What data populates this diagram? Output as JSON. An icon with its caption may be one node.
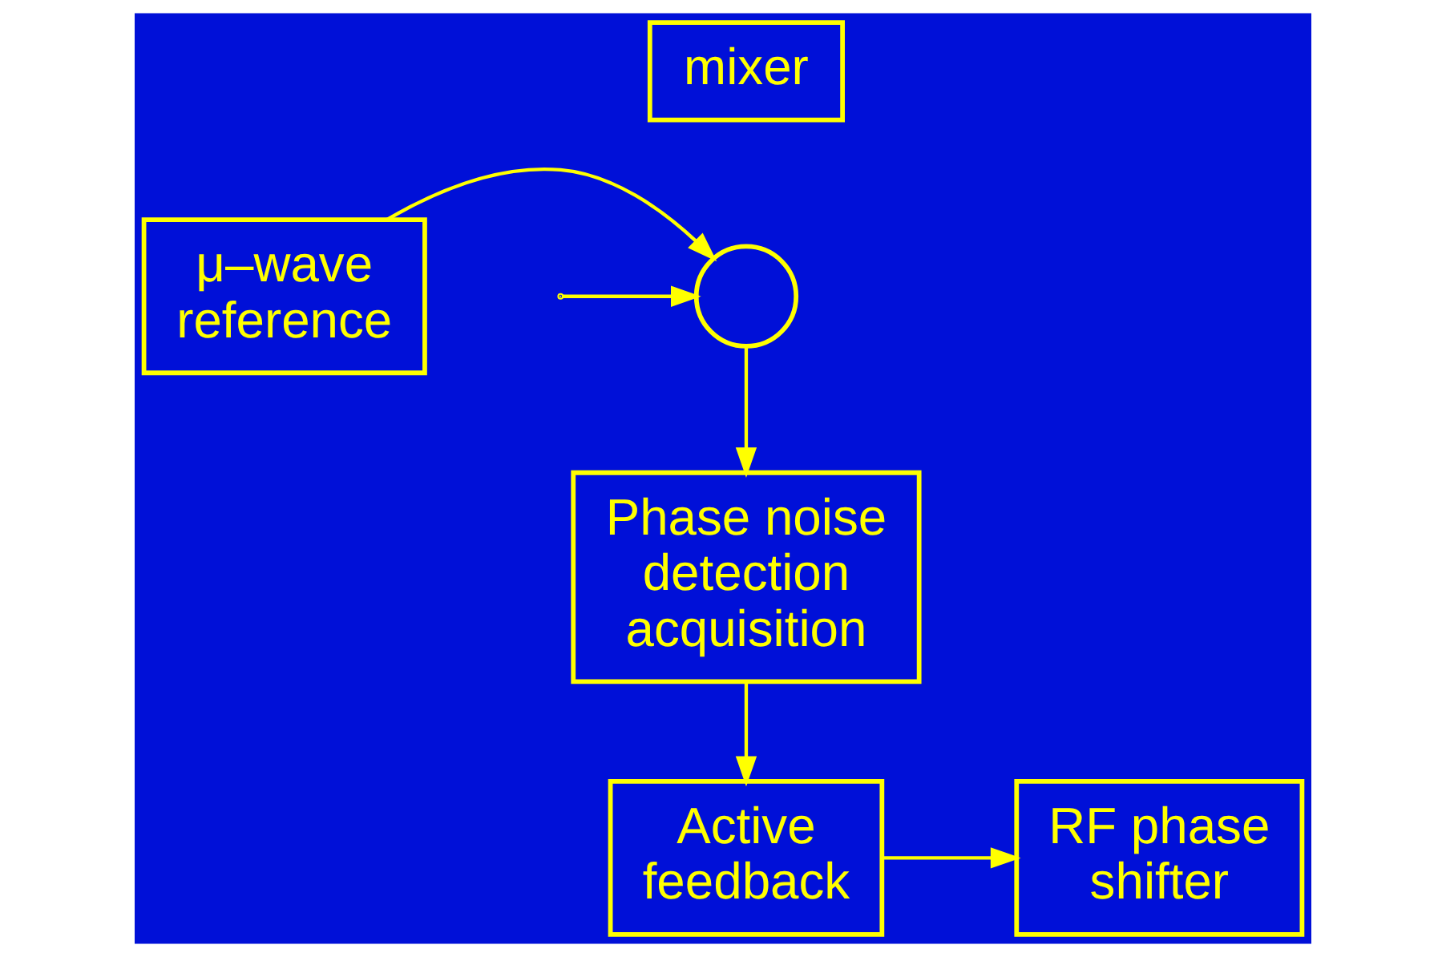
{
  "diagram": {
    "nodes": [
      {
        "text": [
          "mixer"
        ]
      },
      {
        "text": [
          "μ–wave reference"
        ]
      },
      {
        "text": [],
        "shape": "circle"
      },
      {
        "text": [
          "Phase noise detection acquisition"
        ]
      },
      {
        "text": [
          "Active feedback"
        ]
      },
      {
        "text": [
          "RF phase shifter"
        ]
      }
    ],
    "edges": [
      {
        "from": 1,
        "to": 2,
        "arrow": "to"
      },
      {
        "from": null,
        "to": 2,
        "arrow": "to"
      },
      {
        "from": 2,
        "to": 3,
        "arrow": "to"
      },
      {
        "from": 3,
        "to": 4,
        "arrow": "to"
      },
      {
        "from": 4,
        "to": 5,
        "arrow": "to"
      }
    ]
  }
}
